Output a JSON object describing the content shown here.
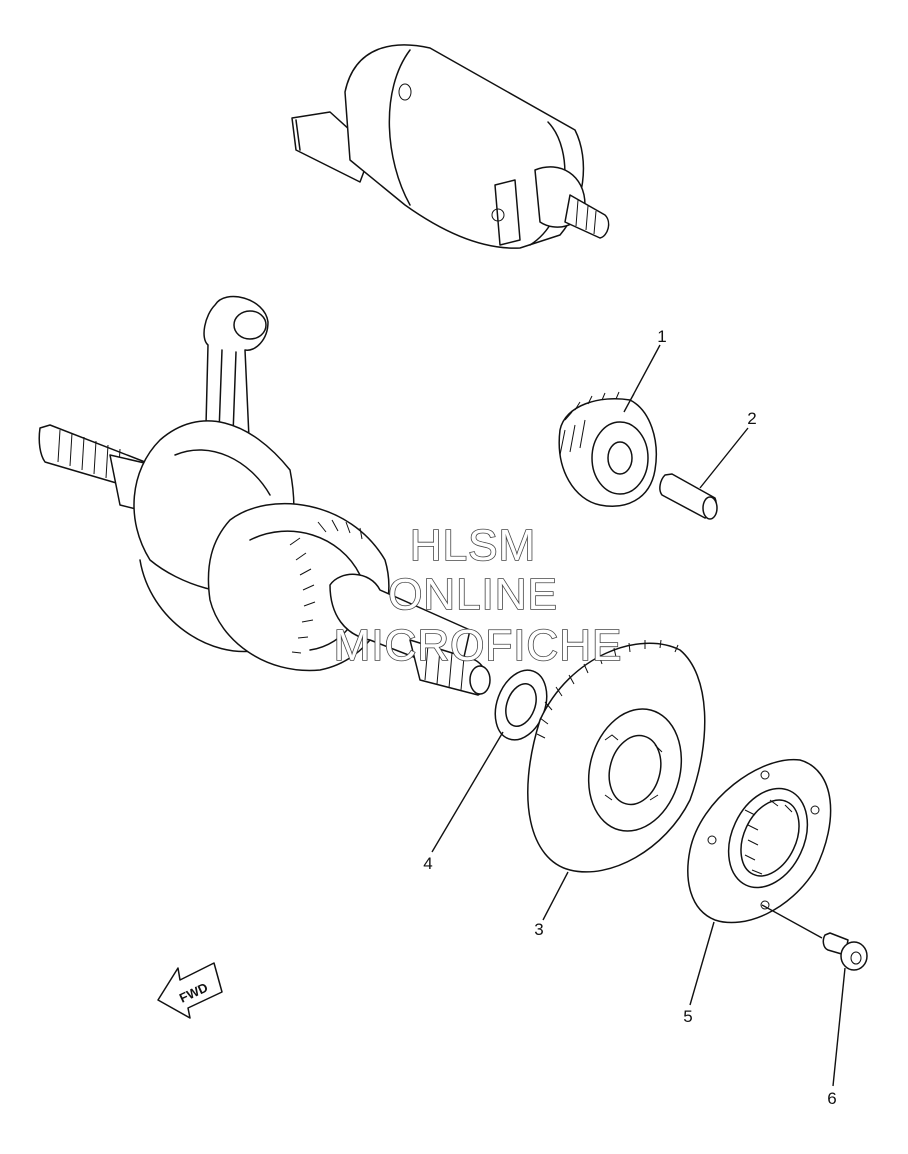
{
  "diagram": {
    "callouts": [
      {
        "id": "1",
        "label": "1"
      },
      {
        "id": "2",
        "label": "2"
      },
      {
        "id": "3",
        "label": "3"
      },
      {
        "id": "4",
        "label": "4"
      },
      {
        "id": "5",
        "label": "5"
      },
      {
        "id": "6",
        "label": "6"
      }
    ],
    "watermark": [
      "HLSM",
      "ONLINE",
      "MICROFICHE"
    ],
    "direction_label": "FWD"
  }
}
